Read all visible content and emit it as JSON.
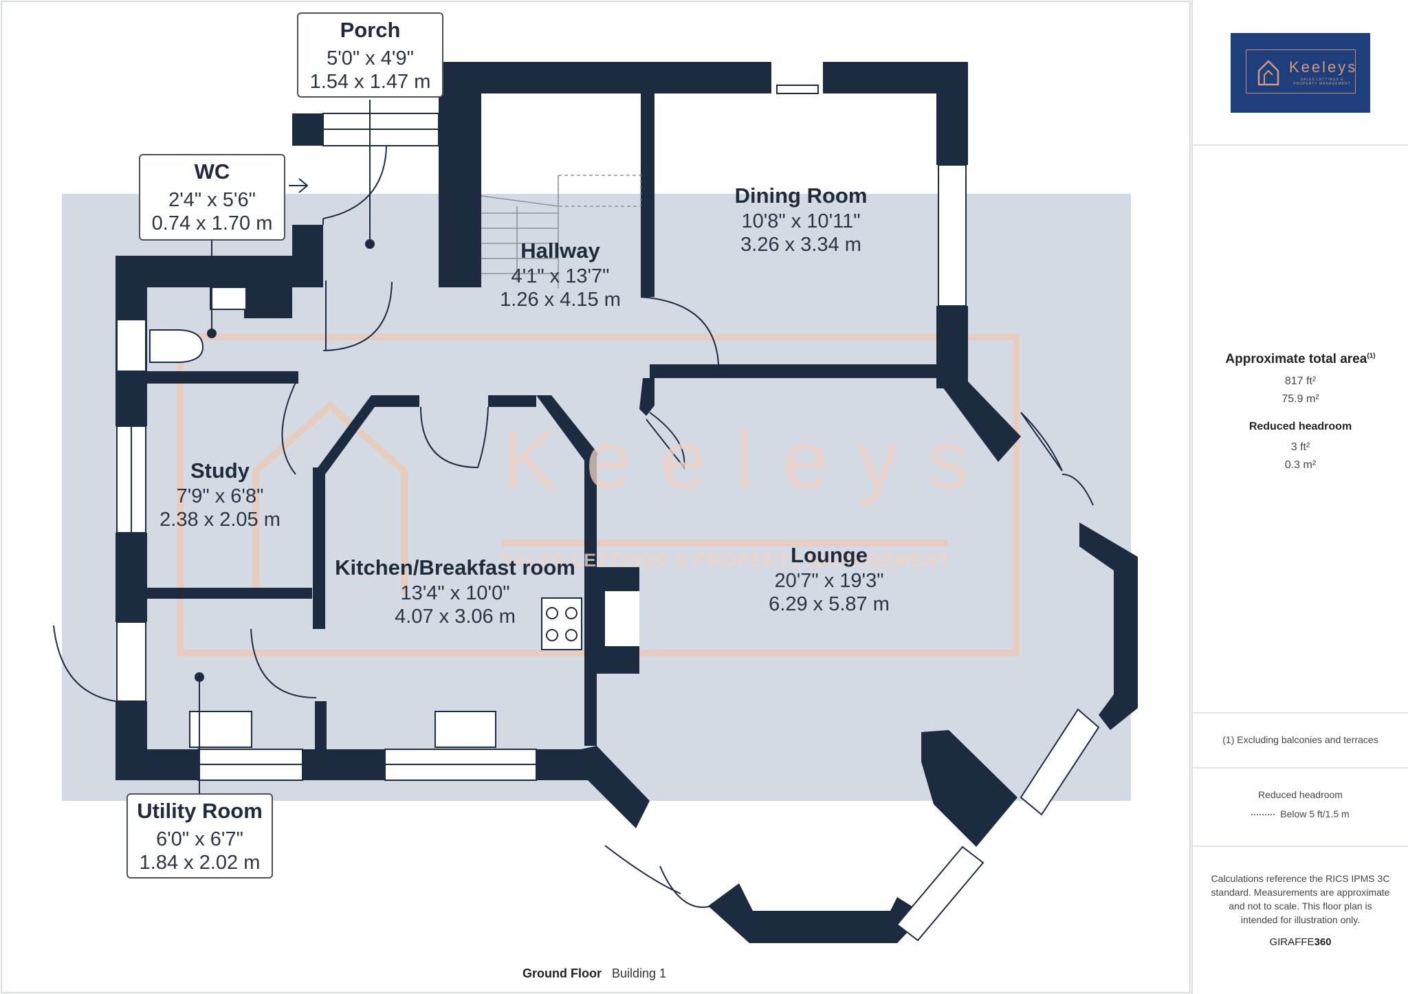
{
  "rooms": {
    "porch": {
      "name": "Porch",
      "imperial": "5'0\" x 4'9\"",
      "metric": "1.54 x 1.47 m"
    },
    "wc": {
      "name": "WC",
      "imperial": "2'4\" x 5'6\"",
      "metric": "0.74 x 1.70 m"
    },
    "dining": {
      "name": "Dining Room",
      "imperial": "10'8\" x 10'11\"",
      "metric": "3.26 x 3.34 m"
    },
    "hallway": {
      "name": "Hallway",
      "imperial": "4'1\" x 13'7\"",
      "metric": "1.26 x 4.15 m"
    },
    "study": {
      "name": "Study",
      "imperial": "7'9\" x 6'8\"",
      "metric": "2.38 x 2.05 m"
    },
    "kitchen": {
      "name": "Kitchen/Breakfast room",
      "imperial": "13'4\" x 10'0\"",
      "metric": "4.07 x 3.06 m"
    },
    "lounge": {
      "name": "Lounge",
      "imperial": "20'7\" x 19'3\"",
      "metric": "6.29 x 5.87 m"
    },
    "utility": {
      "name": "Utility Room",
      "imperial": "6'0\" x 6'7\"",
      "metric": "1.84 x 2.02 m"
    }
  },
  "watermark": {
    "text": "Keeleys",
    "sub": "SALES LETTINGS & PROPERTY MANAGEMENT"
  },
  "footer": {
    "floor": "Ground Floor",
    "building": "Building 1"
  },
  "sidebar": {
    "logo_text": "Keeleys",
    "logo_sub": "SALES LETTINGS & PROPERTY MANAGEMENT",
    "approx_title": "Approximate total area",
    "approx_sup": "(1)",
    "approx_ft": "817 ft²",
    "approx_m": "75.9 m²",
    "reduced_title": "Reduced headroom",
    "reduced_ft": "3 ft²",
    "reduced_m": "0.3 m²",
    "note": "(1) Excluding balconies and terraces",
    "legend_title": "Reduced headroom",
    "legend_text": "Below 5 ft/1.5 m",
    "disclaimer": "Calculations reference the RICS IPMS 3C standard. Measurements are approximate and not to scale. This floor plan is intended for illustration only.",
    "brand": "GIRAFFE",
    "brand_num": "360"
  },
  "colors": {
    "wall": "#1c2b3f",
    "shade": "#d3dae4",
    "accent": "#e8b7a3",
    "logo_bg": "#1e3e7c"
  }
}
